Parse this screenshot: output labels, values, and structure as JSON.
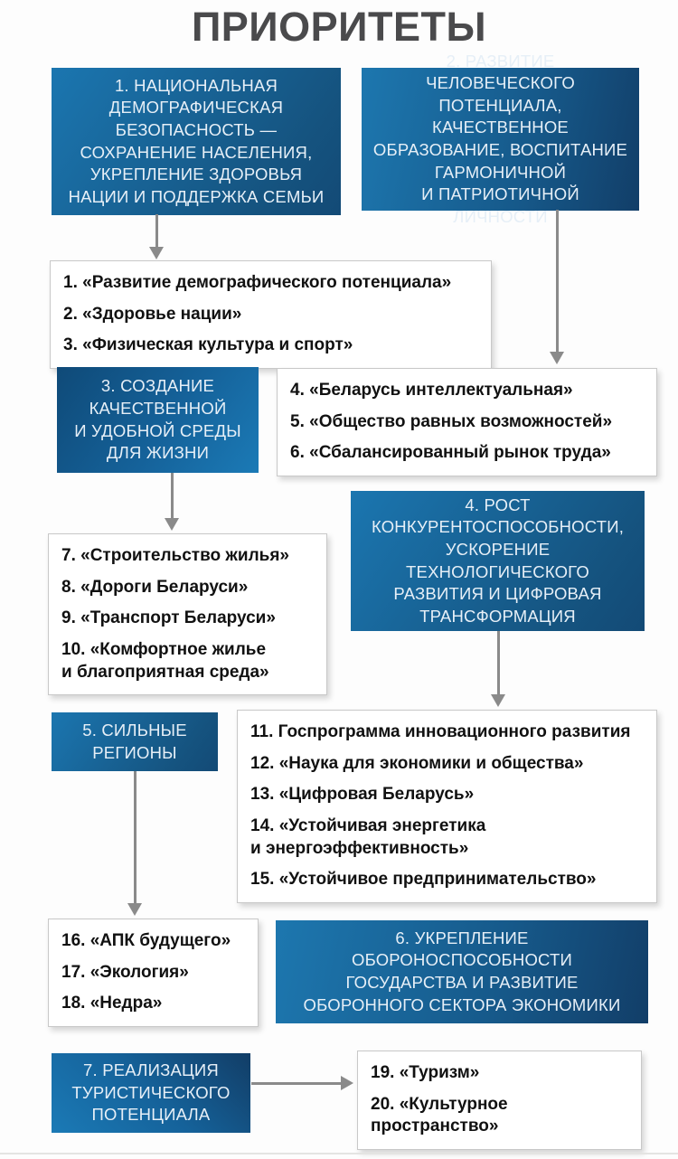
{
  "title": "ПРИОРИТЕТЫ",
  "colors": {
    "blue_light": "#1b78b4",
    "blue_dark": "#123e68",
    "box_text": "#e6eff7",
    "arrow_gray": "#8a8a8a",
    "list_text": "#111111",
    "title_text": "#4a4a4c"
  },
  "priorities": [
    {
      "label": [
        "1. НАЦИОНАЛЬНАЯ",
        "ДЕМОГРАФИЧЕСКАЯ",
        "БЕЗОПАСНОСТЬ —",
        "СОХРАНЕНИЕ НАСЕЛЕНИЯ,",
        "УКРЕПЛЕНИЕ ЗДОРОВЬЯ",
        "НАЦИИ И ПОДДЕРЖКА СЕМЬИ"
      ]
    },
    {
      "label": [
        "2. РАЗВИТИЕ ЧЕЛОВЕЧЕСКОГО",
        "ПОТЕНЦИАЛА, КАЧЕСТВЕННОЕ",
        "ОБРАЗОВАНИЕ, ВОСПИТАНИЕ",
        "ГАРМОНИЧНОЙ",
        "И ПАТРИОТИЧНОЙ",
        "ЛИЧНОСТИ"
      ]
    },
    {
      "label": [
        "3. СОЗДАНИЕ",
        "КАЧЕСТВЕННОЙ",
        "И УДОБНОЙ СРЕДЫ",
        "ДЛЯ ЖИЗНИ"
      ]
    },
    {
      "label": [
        "4. РОСТ",
        "КОНКУРЕНТОСПОСОБНОСТИ,",
        "УСКОРЕНИЕ",
        "ТЕХНОЛОГИЧЕСКОГО",
        "РАЗВИТИЯ И ЦИФРОВАЯ",
        "ТРАНСФОРМАЦИЯ"
      ]
    },
    {
      "label": [
        "5. СИЛЬНЫЕ",
        "РЕГИОНЫ"
      ]
    },
    {
      "label": [
        "6. УКРЕПЛЕНИЕ",
        "ОБОРОНОСПОСОБНОСТИ",
        "ГОСУДАРСТВА И РАЗВИТИЕ",
        "ОБОРОННОГО СЕКТОРА ЭКОНОМИКИ"
      ]
    },
    {
      "label": [
        "7. РЕАЛИЗАЦИЯ",
        "ТУРИСТИЧЕСКОГО",
        "ПОТЕНЦИАЛА"
      ]
    }
  ],
  "program_groups": [
    {
      "items": [
        "1. «Развитие демографического потенциала»",
        "2. «Здоровье нации»",
        "3. «Физическая культура и спорт»"
      ]
    },
    {
      "items": [
        "4. «Беларусь интеллектуальная»",
        "5. «Общество равных возможностей»",
        "6. «Сбалансированный рынок труда»"
      ]
    },
    {
      "items": [
        "7. «Строительство жилья»",
        "8. «Дороги Беларуси»",
        "9. «Транспорт Беларуси»",
        "10. «Комфортное жилье\nи благоприятная среда»"
      ]
    },
    {
      "items": [
        "11. Госпрограмма инновационного развития",
        "12. «Наука для экономики и общества»",
        "13. «Цифровая Беларусь»",
        "14. «Устойчивая энергетика\nи энергоэффективность»",
        "15. «Устойчивое предпринимательство»"
      ]
    },
    {
      "items": [
        "16. «АПК будущего»",
        "17. «Экология»",
        "18. «Недра»"
      ]
    },
    {
      "items": [
        "19. «Туризм»",
        "20. «Культурное\nпространство»"
      ]
    }
  ]
}
